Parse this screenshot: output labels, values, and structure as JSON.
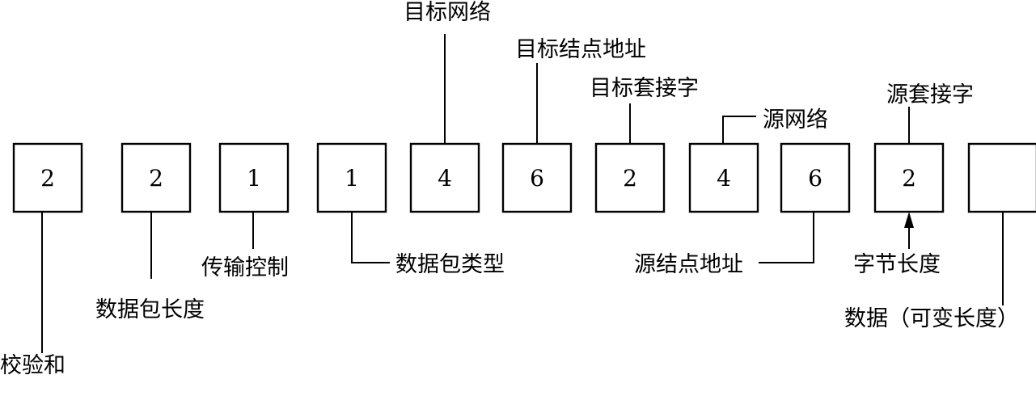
{
  "fields": [
    {
      "value": "2",
      "label": "校验和"
    },
    {
      "value": "2",
      "label": "数据包长度"
    },
    {
      "value": "1",
      "label": "传输控制"
    },
    {
      "value": "1",
      "label": "数据包类型"
    },
    {
      "value": "4",
      "label": "目标网络"
    },
    {
      "value": "6",
      "label": "目标结点地址"
    },
    {
      "value": "2",
      "label": "目标套接字"
    },
    {
      "value": "4",
      "label": "源网络"
    },
    {
      "value": "6",
      "label": "源结点地址"
    },
    {
      "value": "2",
      "label": "源套接字"
    },
    {
      "value": "",
      "label": "数据（可变长度）"
    }
  ],
  "byte_length_label": "字节长度"
}
